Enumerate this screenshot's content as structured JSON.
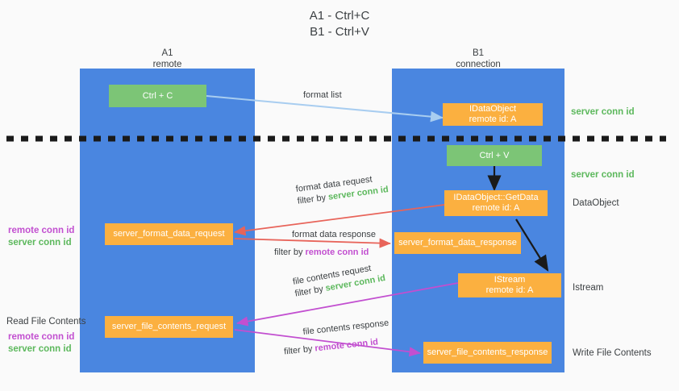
{
  "title": {
    "line1": "A1 - Ctrl+C",
    "line2": "B1 - Ctrl+V"
  },
  "columns": [
    {
      "name": "A1",
      "role": "remote"
    },
    {
      "name": "B1",
      "role": "connection"
    }
  ],
  "boxes": {
    "ctrl_c": {
      "label": "Ctrl + C"
    },
    "ctrl_v": {
      "label": "Ctrl + V"
    },
    "idataobject": {
      "line1": "IDataObject",
      "line2": "remote id: A"
    },
    "getdata": {
      "line1": "IDataObject::GetData",
      "line2": "remote id: A"
    },
    "istream": {
      "line1": "IStream",
      "line2": "remote id: A"
    },
    "server_format_data_request": {
      "label": "server_format_data_request"
    },
    "server_format_data_response": {
      "label": "server_format_data_response"
    },
    "server_file_contents_request": {
      "label": "server_file_contents_request"
    },
    "server_file_contents_response": {
      "label": "server_file_contents_response"
    }
  },
  "arrow_labels": {
    "format_list": "format list",
    "format_data_request": "format data request",
    "format_data_request_filter_pre": "filter by ",
    "format_data_request_filter_key": "server conn id",
    "format_data_response": "format data response",
    "format_data_response_filter_pre": "filter by ",
    "format_data_response_filter_key": "remote conn id",
    "file_contents_request": "file contents request",
    "file_contents_request_filter_pre": "filter by ",
    "file_contents_request_filter_key": "server conn id",
    "file_contents_response": "file contents response",
    "file_contents_response_filter_pre": "filter by ",
    "file_contents_response_filter_key": "remote conn id"
  },
  "right_labels": {
    "server_conn_id_top": "server conn id",
    "server_conn_id_mid": "server conn id",
    "data_object": "DataObject",
    "istream": "Istream",
    "write_file_contents": "Write File Contents"
  },
  "left_labels": {
    "remote_conn_id_1": "remote conn id",
    "server_conn_id_1": "server conn id",
    "read_file_contents": "Read File Contents",
    "remote_conn_id_2": "remote conn id",
    "server_conn_id_2": "server conn id"
  },
  "colors": {
    "lane": "#4a86e0",
    "green_box": "#7cc576",
    "orange_box": "#fbb040",
    "green_text": "#5cb85c",
    "purple_text": "#c24fd0",
    "arrow_lightblue": "#a8cdf0",
    "arrow_red": "#e8645a",
    "arrow_magenta": "#c24fd0",
    "arrow_black": "#1a1a1a",
    "background": "#fafafa"
  }
}
